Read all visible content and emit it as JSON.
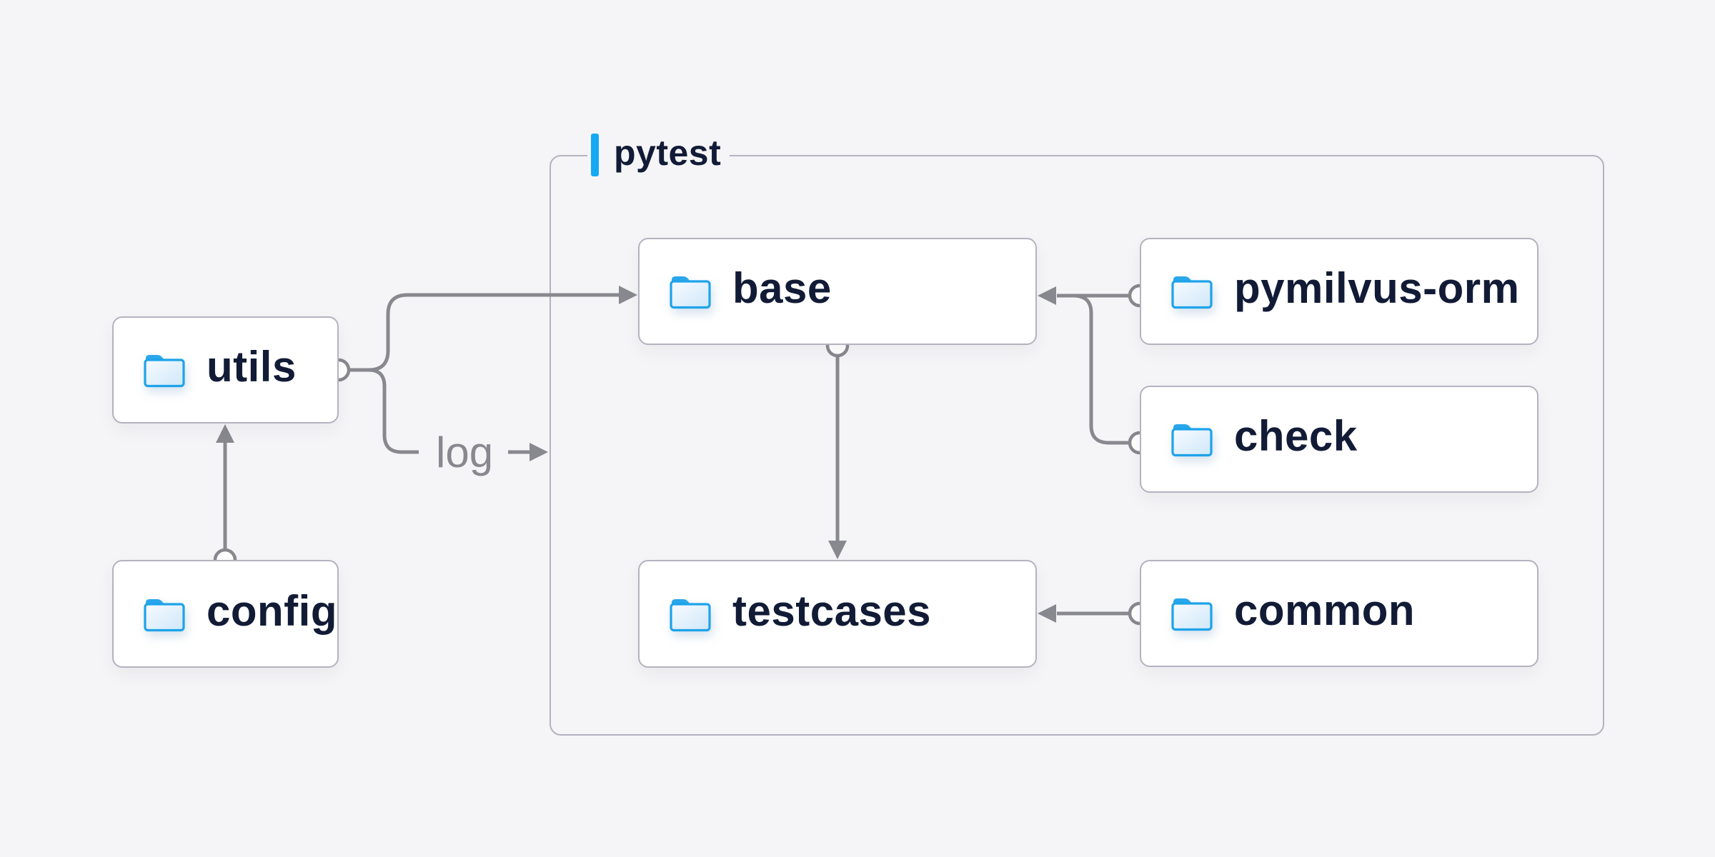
{
  "group": {
    "label": "pytest"
  },
  "nodes": [
    {
      "id": "utils",
      "label": "utils",
      "icon": "folder"
    },
    {
      "id": "config",
      "label": "config",
      "icon": "folder"
    },
    {
      "id": "base",
      "label": "base",
      "icon": "folder"
    },
    {
      "id": "pymilvus-orm",
      "label": "pymilvus-orm",
      "icon": "folder"
    },
    {
      "id": "check",
      "label": "check",
      "icon": "folder"
    },
    {
      "id": "testcases",
      "label": "testcases",
      "icon": "folder"
    },
    {
      "id": "common",
      "label": "common",
      "icon": "folder"
    }
  ],
  "edges": [
    {
      "from": "config",
      "to": "utils"
    },
    {
      "from": "utils",
      "to": "base"
    },
    {
      "from": "utils",
      "to": "log",
      "label": "log"
    },
    {
      "from": "pymilvus-orm",
      "to": "base"
    },
    {
      "from": "check",
      "to": "base"
    },
    {
      "from": "base",
      "to": "testcases"
    },
    {
      "from": "common",
      "to": "testcases"
    }
  ],
  "edge_label": {
    "log": "log"
  },
  "colors": {
    "bg": "#f5f5f7",
    "node_bg": "#ffffff",
    "border": "#b3b3c0",
    "text": "#121b36",
    "accent": "#16a9f2",
    "connector": "#88888f",
    "folder_border": "#1ea3ea",
    "folder_tab": "#2aa6ea",
    "folder_fill_1": "#f7fbff",
    "folder_fill_2": "#cfe7f9"
  }
}
